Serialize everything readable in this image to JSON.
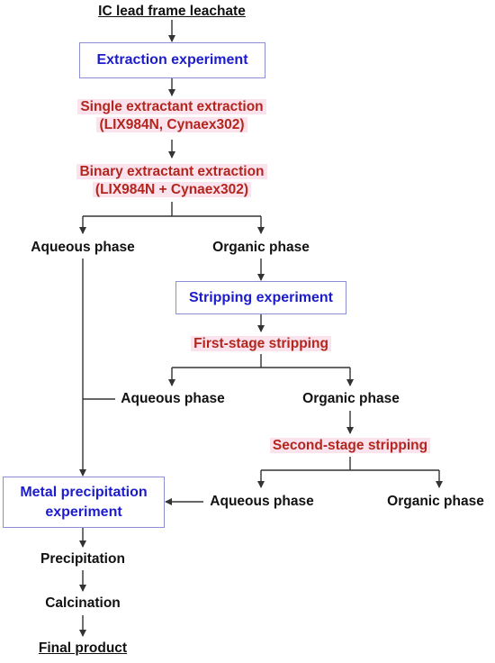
{
  "diagram": {
    "start": "IC lead frame leachate",
    "extraction_experiment": "Extraction experiment",
    "single_extraction_line1": "Single extractant extraction",
    "single_extraction_line2": "(LIX984N, Cynaex302)",
    "binary_extraction_line1": "Binary extractant extraction",
    "binary_extraction_line2": "(LIX984N + Cynaex302)",
    "aqueous_phase_1": "Aqueous phase",
    "organic_phase_1": "Organic phase",
    "stripping_experiment": "Stripping experiment",
    "first_stage_stripping": "First-stage stripping",
    "aqueous_phase_2": "Aqueous phase",
    "organic_phase_2": "Organic phase",
    "second_stage_stripping": "Second-stage stripping",
    "aqueous_phase_3": "Aqueous phase",
    "organic_phase_3": "Organic phase",
    "metal_precipitation_line1": "Metal precipitation",
    "metal_precipitation_line2": "experiment",
    "precipitation": "Precipitation",
    "calcination": "Calcination",
    "final_product": "Final product"
  },
  "colors": {
    "blue_text": "#1c1ccc",
    "red_text": "#b3261e",
    "box_border": "#8c8fd8",
    "highlight": "#fbe3ee",
    "line": "#333333"
  }
}
